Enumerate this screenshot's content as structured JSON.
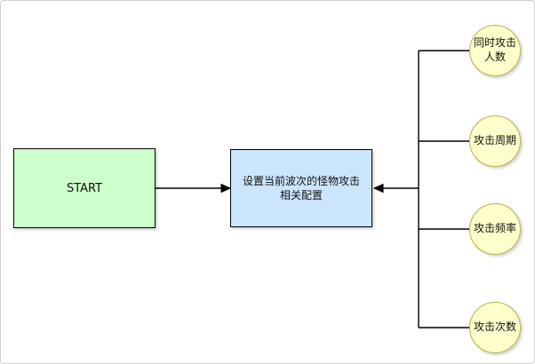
{
  "diagram": {
    "start": {
      "label": "START"
    },
    "process": {
      "label": "设置当前波次的怪物攻击相关配置"
    },
    "configs": [
      {
        "label": "同时攻击人数"
      },
      {
        "label": "攻击周期"
      },
      {
        "label": "攻击频率"
      },
      {
        "label": "攻击次数"
      }
    ]
  },
  "colors": {
    "start_fill": "#ccffcc",
    "process_fill": "#cce5ff",
    "circle_fill": "#ffffcc",
    "circle_stroke": "#b5b546",
    "node_stroke": "#000000",
    "line_color": "#000000"
  }
}
